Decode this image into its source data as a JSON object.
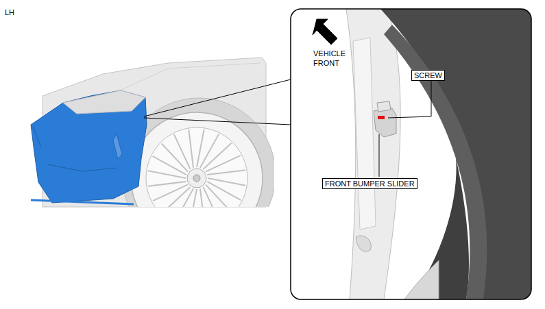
{
  "diagram": {
    "labels": [
      "LH",
      "VEHICLE FRONT",
      "SCREW",
      "FRONT BUMPER SLIDER"
    ]
  }
}
